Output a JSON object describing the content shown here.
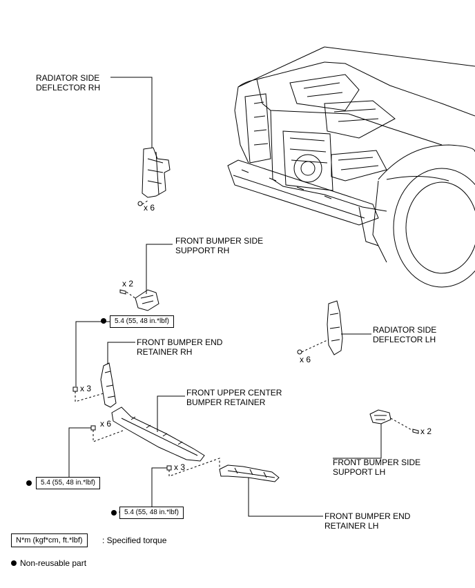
{
  "labels": {
    "radiator_side_deflector_rh": [
      "RADIATOR SIDE",
      "DEFLECTOR RH"
    ],
    "front_bumper_side_support_rh": [
      "FRONT BUMPER SIDE",
      "SUPPORT RH"
    ],
    "front_bumper_end_retainer_rh": [
      "FRONT BUMPER END",
      "RETAINER RH"
    ],
    "front_upper_center_bumper_retainer": [
      "FRONT UPPER CENTER",
      "BUMPER RETAINER"
    ],
    "radiator_side_deflector_lh": [
      "RADIATOR SIDE",
      "DEFLECTOR LH"
    ],
    "front_bumper_side_support_lh": [
      "FRONT BUMPER SIDE",
      "SUPPORT LH"
    ],
    "front_bumper_end_retainer_lh": [
      "FRONT BUMPER END",
      "RETAINER LH"
    ]
  },
  "quantities": {
    "deflector_rh_clips": "x 6",
    "support_rh_bolts": "x 2",
    "end_retainer_rh_nuts": "x 3",
    "center_retainer_nuts": "x 6",
    "end_retainer_lh_nuts": "x 3",
    "deflector_lh_clips": "x 6",
    "support_lh_bolts": "x 2"
  },
  "torques": {
    "t1": "5.4 (55, 48 in.*lbf)",
    "t2": "5.4 (55, 48 in.*lbf)",
    "t3": "5.4 (55, 48 in.*lbf)"
  },
  "legend": {
    "torque_unit": "N*m (kgf*cm, ft.*lbf)",
    "torque_desc": ": Specified torque",
    "non_reusable": "Non-reusable part"
  }
}
